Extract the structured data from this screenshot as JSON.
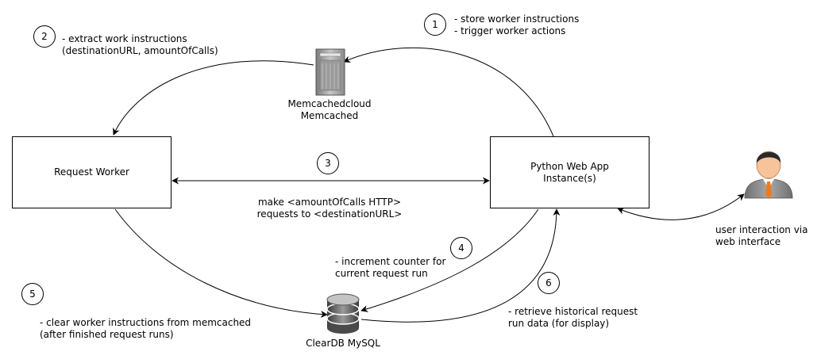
{
  "nodes": {
    "request_worker": "Request Worker",
    "web_app": "Python Web App\nInstance(s)",
    "memcached": "Memcachedcloud\nMemcached",
    "mysql": "ClearDB MySQL",
    "user": "user interaction via\nweb interface"
  },
  "steps": [
    {
      "num": "1",
      "text": "- store worker instructions\n- trigger worker actions"
    },
    {
      "num": "2",
      "text": "- extract work instructions\n(destinationURL, amountOfCalls)"
    },
    {
      "num": "3",
      "text": "make <amountOfCalls HTTP>\nrequests to <destinationURL>"
    },
    {
      "num": "4",
      "text": "- increment counter for\ncurrent request run"
    },
    {
      "num": "5",
      "text": "- clear worker instructions from memcached\n(after finished request runs)"
    },
    {
      "num": "6",
      "text": "- retrieve historical request\nrun data (for display)"
    }
  ]
}
